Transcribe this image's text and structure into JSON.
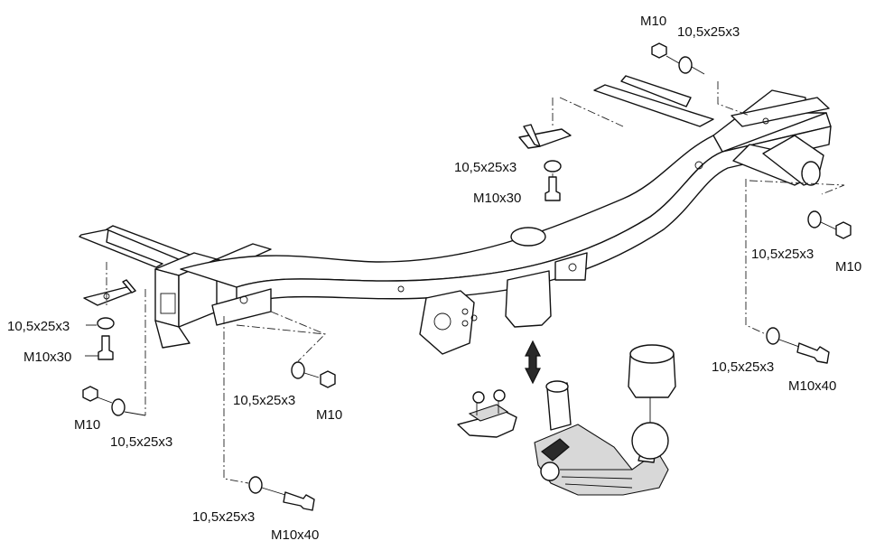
{
  "labels": {
    "top_nut": "M10",
    "top_washer": "10,5x25x3",
    "center_washer": "10,5x25x3",
    "center_bolt": "M10x30",
    "right_washer": "10,5x25x3",
    "right_nut": "M10",
    "right_low_washer": "10,5x25x3",
    "right_low_bolt": "M10x40",
    "left_washer": "10,5x25x3",
    "left_bolt": "M10x30",
    "left_low_nut": "M10",
    "left_low_washer": "10,5x25x3",
    "mid_washer": "10,5x25x3",
    "mid_nut": "M10",
    "bottom_washer": "10,5x25x3",
    "bottom_bolt": "M10x40"
  },
  "icons": {
    "frame": "tow-bar-crossmember",
    "ball": "tow-ball-neck",
    "cap": "ball-cap",
    "socket": "electrical-socket",
    "plate": "socket-plate",
    "arrow": "up-down-arrow"
  }
}
